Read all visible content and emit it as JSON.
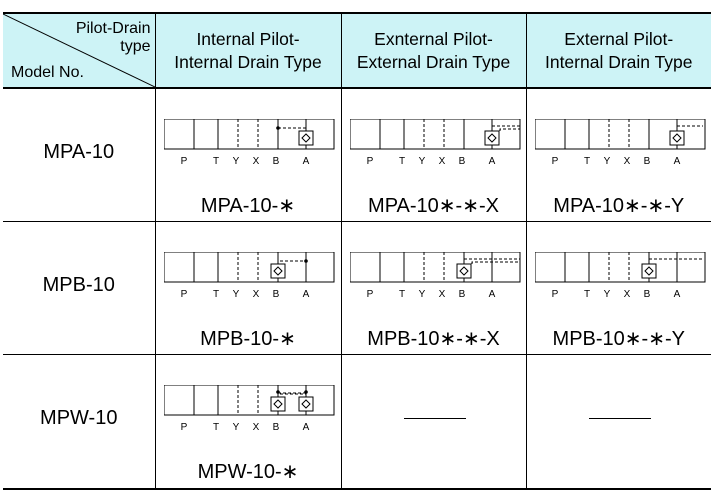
{
  "header": {
    "corner_top1": "Pilot-Drain",
    "corner_top2": "type",
    "corner_bottom": "Model No.",
    "columns": [
      {
        "line1": "Internal Pilot-",
        "line2": "Internal Drain Type"
      },
      {
        "line1": "Exnternal Pilot-",
        "line2": "External Drain Type"
      },
      {
        "line1": "External Pilot-",
        "line2": "Internal Drain Type"
      }
    ]
  },
  "port_labels": [
    "P",
    "T",
    "Y",
    "X",
    "B",
    "A"
  ],
  "rows": [
    {
      "model": "MPA-10",
      "cells": [
        "MPA-10-∗",
        "MPA-10∗-∗-X",
        "MPA-10∗-∗-Y"
      ]
    },
    {
      "model": "MPB-10",
      "cells": [
        "MPB-10-∗",
        "MPB-10∗-∗-X",
        "MPB-10∗-∗-Y"
      ]
    },
    {
      "model": "MPW-10",
      "cells": [
        "MPW-10-∗",
        "—",
        "—"
      ]
    }
  ]
}
